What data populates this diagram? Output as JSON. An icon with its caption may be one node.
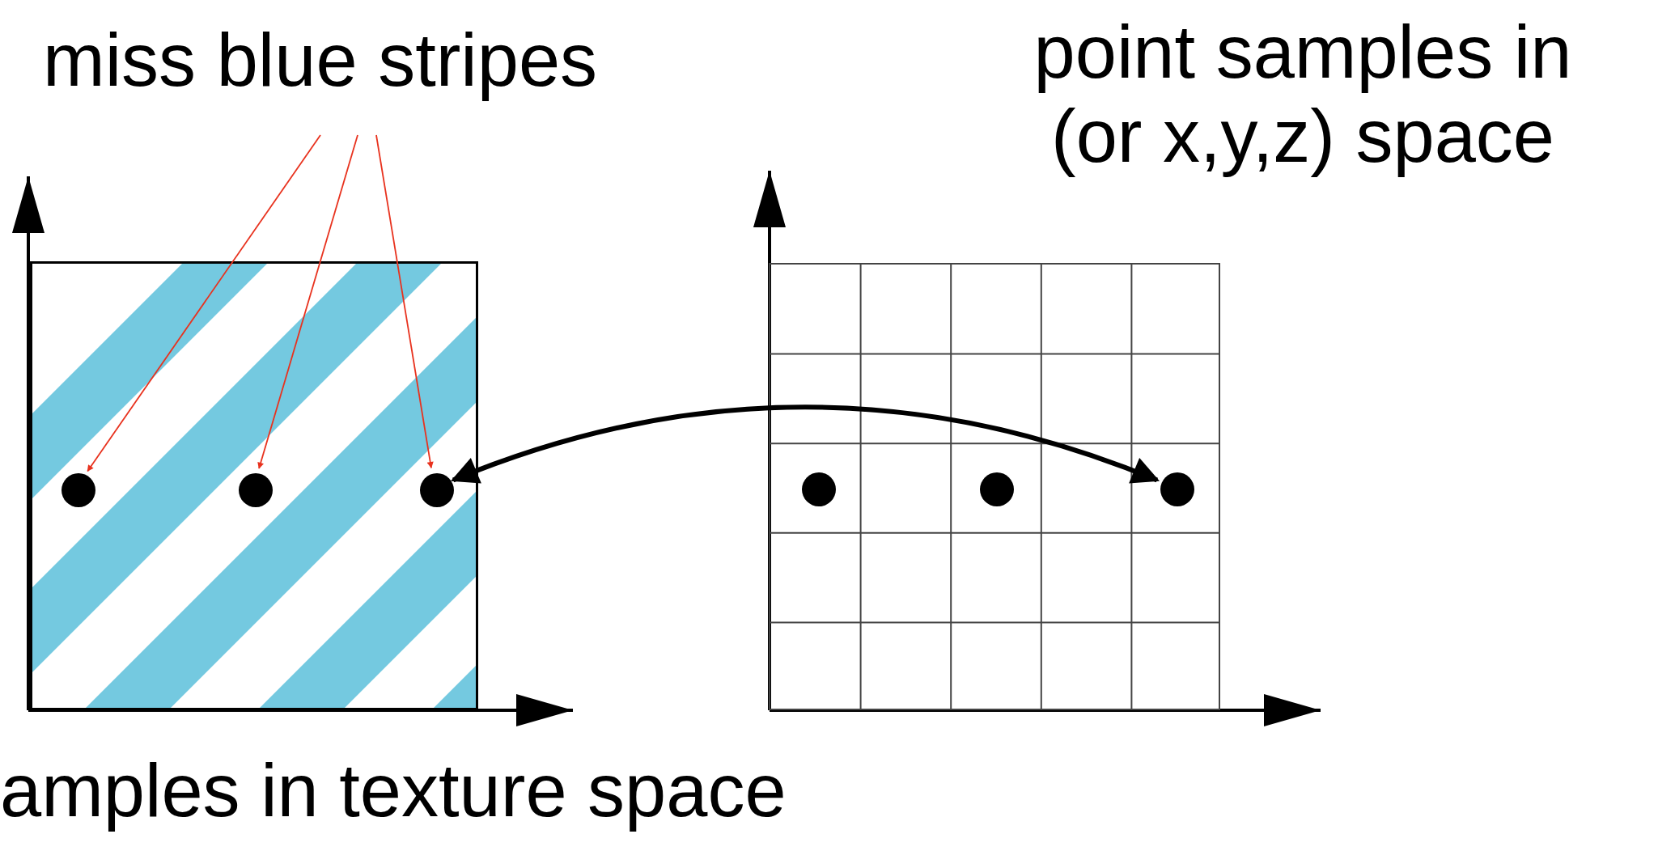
{
  "diagram": {
    "nodes": [
      {
        "text": [
          "miss blue stripes"
        ]
      },
      {
        "text": [],
        "shape": "box"
      },
      {
        "text": [],
        "shape": "circle",
        "in": 1
      },
      {
        "text": [],
        "shape": "circle",
        "in": 1
      },
      {
        "text": [],
        "shape": "circle",
        "in": 1
      },
      {
        "text": [],
        "shape": "box"
      },
      {
        "text": [],
        "shape": "circle",
        "in": 5
      },
      {
        "text": [],
        "shape": "circle",
        "in": 5
      },
      {
        "text": [],
        "shape": "circle",
        "in": 5
      }
    ],
    "edges": [
      {
        "from": 0,
        "to": 2,
        "arrow": "to"
      },
      {
        "from": 0,
        "to": 3,
        "arrow": "to"
      },
      {
        "from": 0,
        "to": 4,
        "arrow": "to"
      },
      {
        "from": 4,
        "to": 8,
        "arrow": "both",
        "style": "thick",
        "color": "#000000"
      }
    ],
    "labels": [
      "point samples in (or x,y,z) space",
      "amples in texture space"
    ]
  }
}
